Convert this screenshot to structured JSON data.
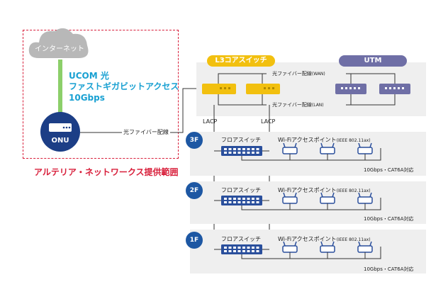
{
  "internet": {
    "label": "インターネット"
  },
  "wan": {
    "line1": "UCOM 光",
    "line2": "ファストギガビットアクセス",
    "line3": "10Gbps"
  },
  "onu": {
    "label": "ONU"
  },
  "onu_link_label": "光ファイバー配線",
  "zone_label": "アルテリア・ネットワークス提供範囲",
  "core": {
    "l3_label": "L3コアスイッチ",
    "utm_label": "UTM",
    "wan_link_label": "光ファイバー配線",
    "wan_link_sub": "(WAN)",
    "lan_link_label": "光ファイバー配線",
    "lan_link_sub": "(LAN)",
    "lacp_left": "LACP",
    "lacp_right": "LACP"
  },
  "floors": [
    {
      "badge": "3F",
      "switch_label": "フロアスイッチ",
      "ap_label": "Wi-Fiアクセスポイント",
      "ap_sub": "(IEEE 802.11ax)",
      "spec": "10Gbps・CAT6A対応"
    },
    {
      "badge": "2F",
      "switch_label": "フロアスイッチ",
      "ap_label": "Wi-Fiアクセスポイント",
      "ap_sub": "(IEEE 802.11ax)",
      "spec": "10Gbps・CAT6A対応"
    },
    {
      "badge": "1F",
      "switch_label": "フロアスイッチ",
      "ap_label": "Wi-Fiアクセスポイント",
      "ap_sub": "(IEEE 802.11ax)",
      "spec": "10Gbps・CAT6A対応"
    }
  ],
  "colors": {
    "l3": "#f2c00f",
    "utm": "#6f6fa6",
    "floor_switch": "#2a4f9c",
    "wan_text": "#18a0d2",
    "zone": "#d81e3a"
  }
}
